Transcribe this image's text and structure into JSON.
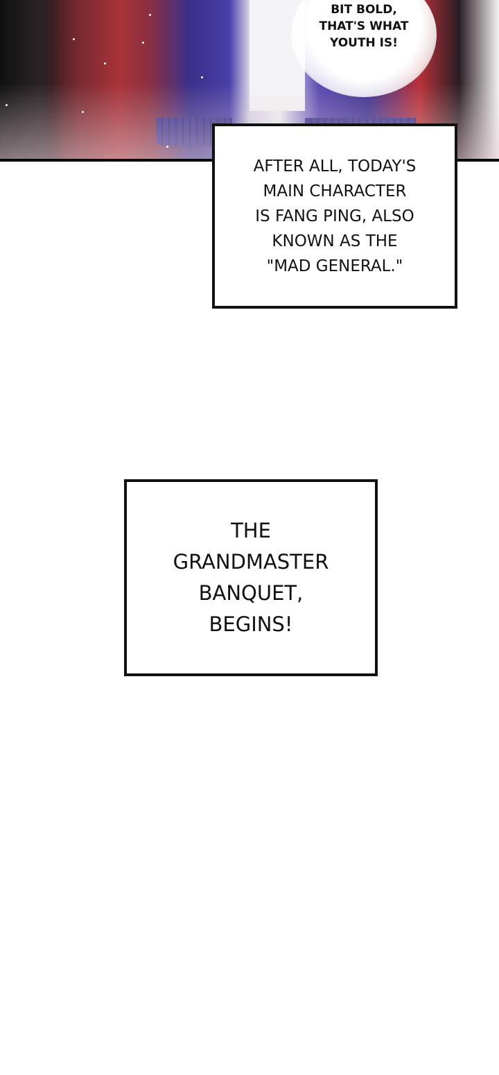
{
  "panel_top": {
    "speech_bubble": {
      "lines": [
        "BIT BOLD,",
        "THAT'S WHAT",
        "YOUTH IS!"
      ]
    }
  },
  "caption_1": {
    "lines": [
      "AFTER ALL, TODAY'S",
      "MAIN CHARACTER",
      "IS FANG PING, ALSO",
      "KNOWN AS THE",
      "\"MAD GENERAL.\""
    ]
  },
  "caption_2": {
    "lines": [
      "THE",
      "GRANDMASTER",
      "BANQUET,",
      "BEGINS!"
    ]
  },
  "colors": {
    "background": "#ffffff",
    "border": "#111111",
    "jacket_purple": "#4a3fa8",
    "aura_red": "#a83238"
  }
}
